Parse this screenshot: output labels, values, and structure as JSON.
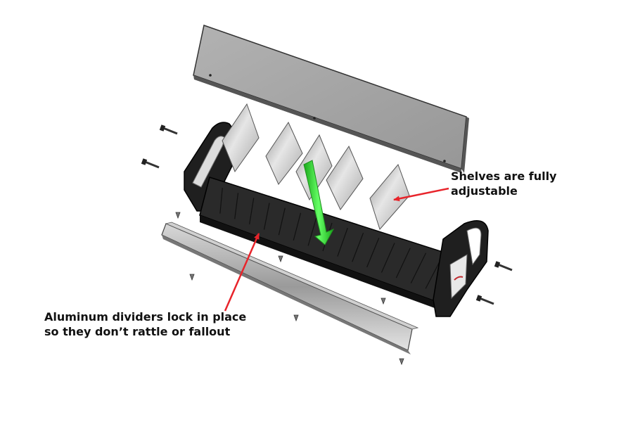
{
  "callouts": {
    "shelves": {
      "line1": "Shelves are fully",
      "line2": "adjustable"
    },
    "dividers": {
      "line1": "Aluminum dividers lock in place",
      "line2": "so they don’t rattle or fallout"
    }
  },
  "colors": {
    "annotation_arrow": "#e8242b",
    "direction_arrow": "#3ddc3d",
    "tray": "#2a2a2a",
    "top_panel": "#9e9e9e",
    "divider_plate": "#c9c9c9",
    "rail": "#b8b8b8"
  }
}
